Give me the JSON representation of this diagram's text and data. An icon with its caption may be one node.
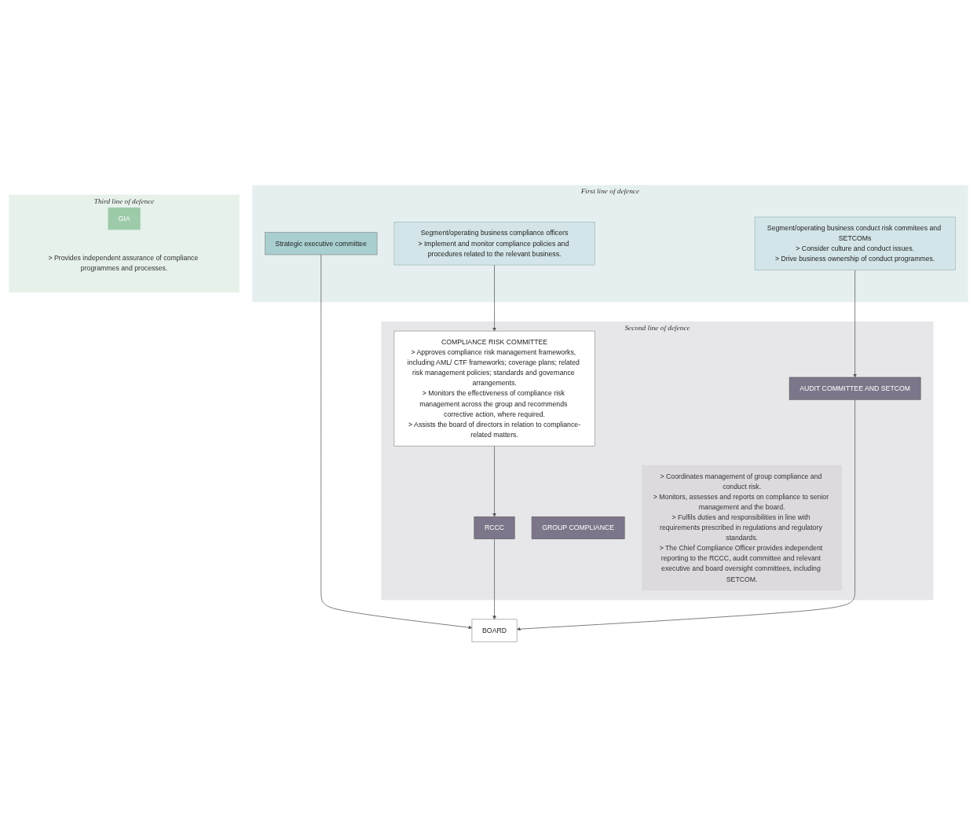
{
  "diagram": {
    "nodes": [
      {
        "text": [
          "First line of defence"
        ]
      },
      {
        "text": [
          "Second line of defence"
        ]
      },
      {
        "text": [
          "BOARD"
        ]
      },
      {
        "text": [
          "Strategic executive committee"
        ],
        "in": 0
      },
      {
        "text": [
          "Segment/operating business compliance officers",
          "> Implement and monitor compliance policies and procedures related to the relevant business."
        ],
        "in": 0
      },
      {
        "text": [
          "Segment/operating business conduct risk commitees and SETCOMs",
          "> Consider culture and conduct issues.",
          "> Drive business ownership of conduct programmes."
        ],
        "in": 0
      },
      {
        "text": [
          "RCCC"
        ],
        "in": 1
      },
      {
        "text": [
          "AUDIT COMMITTEE AND SETCOM"
        ],
        "in": 1
      },
      {
        "text": [
          "COMPLIANCE RISK COMMITTEE",
          "> Approves compliance risk management frameworks, including AML/ CTF frameworks; coverage plans; related risk management policies; standards and governance arrangements.",
          "> Monitors the effectiveness of compliance risk management across the group and recommends corrective action, where required.",
          "> Assists the board of directors in relation to compliance-related matters."
        ],
        "in": 1
      },
      {
        "text": [
          "GROUP COMPLIANCE"
        ],
        "in": 1
      },
      {
        "text": [
          "> Coordinates management of group compliance and conduct risk.",
          "> Monitors, assesses and reports on compliance to senior management and the board.",
          "> Fulfils duties and responsibilities in line with requirements prescribed in regulations and regulatory standards.",
          "> The Chief Compliance Officer provides independent reporting to the RCCC, audit committee and relevant executive and board oversight committees, including SETCOM."
        ],
        "in": 1
      },
      {
        "text": [
          "Third line of defence"
        ]
      },
      {
        "text": [
          "GIA"
        ],
        "in": 11
      },
      {
        "text": [
          "> Provides independent assurance of compliance programmes and processes."
        ],
        "in": 11
      }
    ],
    "edges": [
      {
        "from": 3,
        "to": 2,
        "arrow": "to"
      },
      {
        "from": 6,
        "to": 2,
        "arrow": "to"
      },
      {
        "from": 7,
        "to": 2,
        "arrow": "to"
      },
      {
        "from": 8,
        "to": 6,
        "arrow": "to"
      },
      {
        "from": 4,
        "to": 8,
        "arrow": "to"
      },
      {
        "from": 5,
        "to": 7,
        "arrow": "to"
      }
    ]
  }
}
